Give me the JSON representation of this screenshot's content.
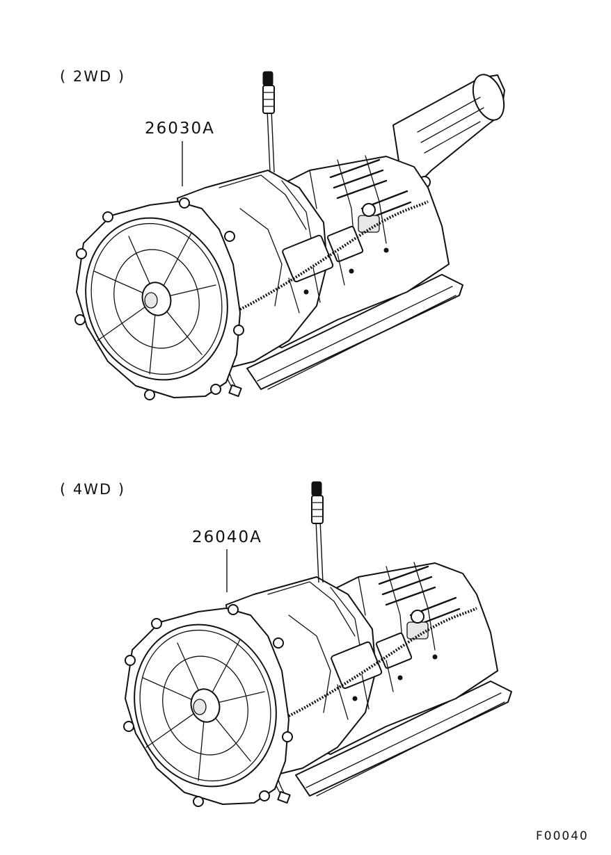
{
  "sections": [
    {
      "label": "( 2WD )",
      "part_number": "26030A",
      "component_icon": "automatic-transmission-icon"
    },
    {
      "label": "( 4WD )",
      "part_number": "26040A",
      "component_icon": "automatic-transmission-icon"
    }
  ],
  "figure_code": "F00040"
}
